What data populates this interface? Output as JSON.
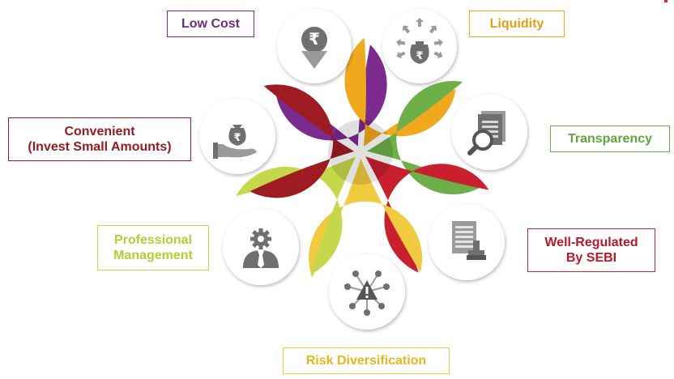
{
  "diagram": {
    "petals": [
      {
        "id": "low-cost",
        "label": "Low Cost",
        "lines": [
          "Low Cost"
        ],
        "color": "#7b2a8e",
        "icon": "rupee-down-arrow-icon"
      },
      {
        "id": "liquidity",
        "label": "Liquidity",
        "lines": [
          "Liquidity"
        ],
        "color": "#f0a81c",
        "icon": "money-bag-arrows-icon"
      },
      {
        "id": "transparency",
        "label": "Transparency",
        "lines": [
          "Transparency"
        ],
        "color": "#6db04a",
        "icon": "document-magnifier-icon"
      },
      {
        "id": "well-regulated",
        "label": "Well-Regulated By SEBI",
        "lines": [
          "Well-Regulated",
          "By SEBI"
        ],
        "color": "#c8202f",
        "icon": "document-stamp-icon"
      },
      {
        "id": "risk-diversification",
        "label": "Risk Diversification",
        "lines": [
          "Risk Diversification"
        ],
        "color": "#f0cb3f",
        "icon": "warning-network-icon"
      },
      {
        "id": "professional-management",
        "label": "Professional Management",
        "lines": [
          "Professional",
          "Management"
        ],
        "color": "#c5d84b",
        "icon": "gear-businessman-icon"
      },
      {
        "id": "convenient",
        "label": "Convenient (Invest Small Amounts)",
        "lines": [
          "Convenient",
          "(Invest Small Amounts)"
        ],
        "color": "#9e1b22",
        "icon": "hand-money-bag-icon"
      }
    ]
  }
}
